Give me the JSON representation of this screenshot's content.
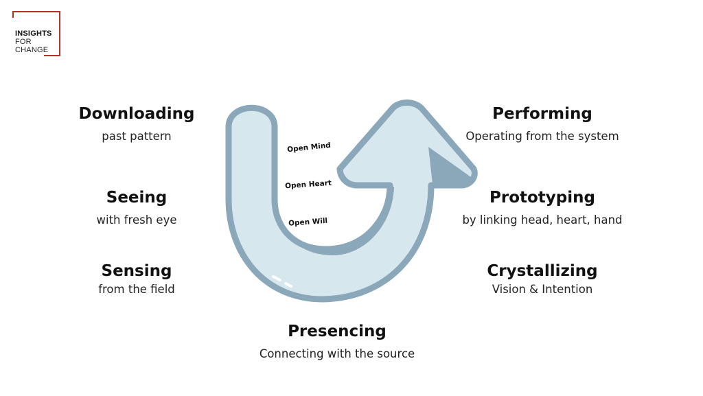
{
  "logo": {
    "line1": "INSIGHTS",
    "line2": "FOR",
    "line3": "CHANGE"
  },
  "colors": {
    "arrow_fill": "#d6e7ee",
    "arrow_stroke": "#8aa8ba",
    "logo_red": "#b5302a"
  },
  "left_stages": [
    {
      "title": "Downloading",
      "subtitle": "past pattern"
    },
    {
      "title": "Seeing",
      "subtitle": "with fresh eye"
    },
    {
      "title": "Sensing",
      "subtitle": "from the field"
    }
  ],
  "right_stages": [
    {
      "title": "Performing",
      "subtitle": "Operating from the system"
    },
    {
      "title": "Prototyping",
      "subtitle": "by linking head, heart, hand"
    },
    {
      "title": "Crystallizing",
      "subtitle": "Vision & Intention"
    }
  ],
  "bottom_stage": {
    "title": "Presencing",
    "subtitle": "Connecting with the source"
  },
  "curve_labels": [
    "Open Mind",
    "Open Heart",
    "Open Will"
  ]
}
